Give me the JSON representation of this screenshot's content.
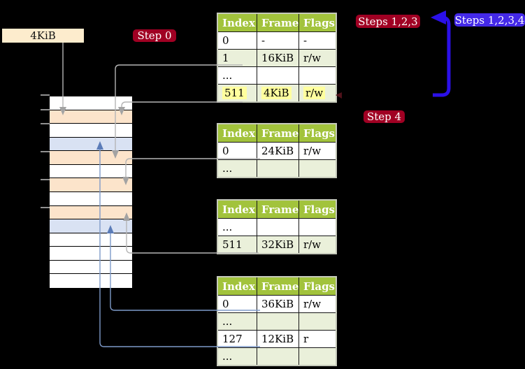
{
  "colors": {
    "background": "#000000",
    "label_box_bg": "#fdeccd",
    "badge_red": "#a00023",
    "badge_blue": "#4429e8",
    "table_header_bg": "#a2c33c",
    "table_border": "#c6cabb",
    "table_row_light": "#eaf0da",
    "highlight_yellow": "#ffff9e",
    "mem_white": "#ffffff",
    "mem_orange": "#fce4cb",
    "mem_blue": "#d9e2f3",
    "gray_line": "#b5b5b5",
    "gray_arrow": "#a3a3a3",
    "blue_line": "#7e9ac9",
    "blue_arrow": "#5b7cb8",
    "loop_arrow": "#2b10e8",
    "tick": "#909090",
    "edge_marker": "#50121a"
  },
  "labels": {
    "frame_size": "4KiB",
    "step0": "Step 0",
    "steps123": "Steps 1,2,3",
    "steps1234": "Steps 1,2,3,4",
    "step4": "Step 4"
  },
  "memory": {
    "rows": [
      "white",
      "orange",
      "white",
      "blue",
      "orange",
      "white",
      "orange",
      "white",
      "orange",
      "blue",
      "white",
      "white",
      "white",
      "white"
    ]
  },
  "tables": [
    {
      "name": "page-table-top",
      "headers": [
        "Index",
        "Frame",
        "Flags"
      ],
      "rows": [
        {
          "index": "0",
          "frame": "-",
          "flags": "-",
          "shaded": false,
          "highlighted": false
        },
        {
          "index": "1",
          "frame": "16KiB",
          "flags": "r/w",
          "shaded": true,
          "highlighted": false
        },
        {
          "index": "...",
          "frame": "",
          "flags": "",
          "shaded": false,
          "highlighted": false
        },
        {
          "index": "511",
          "frame": "4KiB",
          "flags": "r/w",
          "shaded": true,
          "highlighted": true
        }
      ]
    },
    {
      "name": "page-table-second",
      "headers": [
        "Index",
        "Frame",
        "Flags"
      ],
      "rows": [
        {
          "index": "0",
          "frame": "24KiB",
          "flags": "r/w",
          "shaded": false,
          "highlighted": false
        },
        {
          "index": "...",
          "frame": "",
          "flags": "",
          "shaded": true,
          "highlighted": false
        }
      ]
    },
    {
      "name": "page-table-third",
      "headers": [
        "Index",
        "Frame",
        "Flags"
      ],
      "rows": [
        {
          "index": "...",
          "frame": "",
          "flags": "",
          "shaded": false,
          "highlighted": false
        },
        {
          "index": "511",
          "frame": "32KiB",
          "flags": "r/w",
          "shaded": true,
          "highlighted": false
        }
      ]
    },
    {
      "name": "page-table-bottom",
      "headers": [
        "Index",
        "Frame",
        "Flags"
      ],
      "rows": [
        {
          "index": "0",
          "frame": "36KiB",
          "flags": "r/w",
          "shaded": false,
          "highlighted": false
        },
        {
          "index": "...",
          "frame": "",
          "flags": "",
          "shaded": true,
          "highlighted": false
        },
        {
          "index": "127",
          "frame": "12KiB",
          "flags": "r",
          "shaded": false,
          "highlighted": false
        },
        {
          "index": "...",
          "frame": "",
          "flags": "",
          "shaded": true,
          "highlighted": false
        }
      ]
    }
  ]
}
